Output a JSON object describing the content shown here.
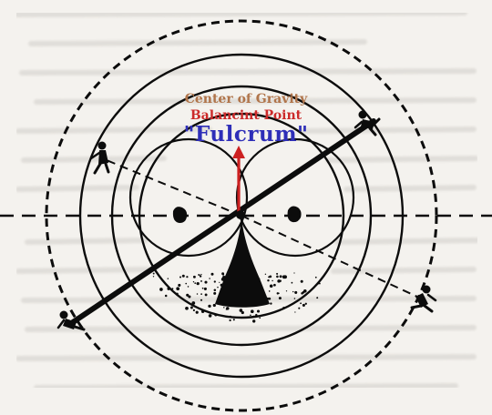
{
  "labels": {
    "center_of_gravity": "Center of Gravity",
    "balancing_point": "Balancint Point",
    "fulcrum": "\"Fulcrum\""
  },
  "colors": {
    "center_of_gravity": "#b0744a",
    "balancing_point": "#cc2a2a",
    "fulcrum": "#2e2eb8",
    "arrow": "#cc2020",
    "ink": "#0c0c0c",
    "paper": "#f4f2ee"
  },
  "icons": {
    "figures": [
      "skater-top-left-icon",
      "skater-top-right-icon",
      "skater-bottom-left-icon",
      "skater-bottom-right-icon"
    ],
    "weights": [
      "left-weight-icon",
      "right-weight-icon"
    ],
    "fulcrum": "fulcrum-cone-icon"
  }
}
